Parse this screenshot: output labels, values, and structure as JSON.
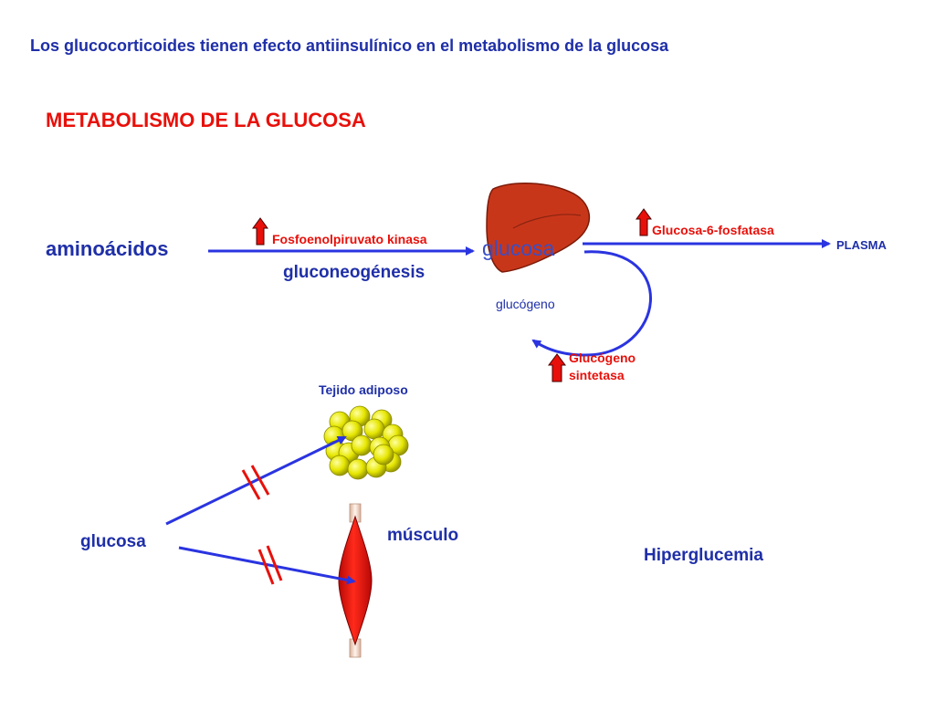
{
  "slide": {
    "subtitle": "Los glucocorticoides tienen efecto antiinsulínico en el metabolismo de la glucosa",
    "title": "METABOLISMO DE LA GLUCOSA"
  },
  "liver_pathway": {
    "source": "aminoácidos",
    "enzyme_1": "Fosfoenolpiruvato kinasa",
    "process": "gluconeogénesis",
    "center": "glucosa",
    "enzyme_2": "Glucosa-6-fosfatasa",
    "target": "PLASMA",
    "storage": "glucógeno",
    "enzyme_3_line1": "Glucógeno",
    "enzyme_3_line2": "sintetasa"
  },
  "peripheral": {
    "adipose_label": "Tejido adiposo",
    "muscle_label": "músculo",
    "source": "glucosa",
    "result": "Hiperglucemia"
  },
  "colors": {
    "text_blue": "#1f2fa8",
    "text_red": "#e8100a",
    "arrow_blue": "#2a34e0",
    "up_arrow_red": "#e8100a",
    "liver": "#c8361a",
    "fat_cell": "#e6e600",
    "muscle": "#e8120c"
  },
  "icons": [
    "liver-icon",
    "adipose-tissue-icon",
    "muscle-icon",
    "up-arrow-icon",
    "blocked-arrow-icon"
  ]
}
